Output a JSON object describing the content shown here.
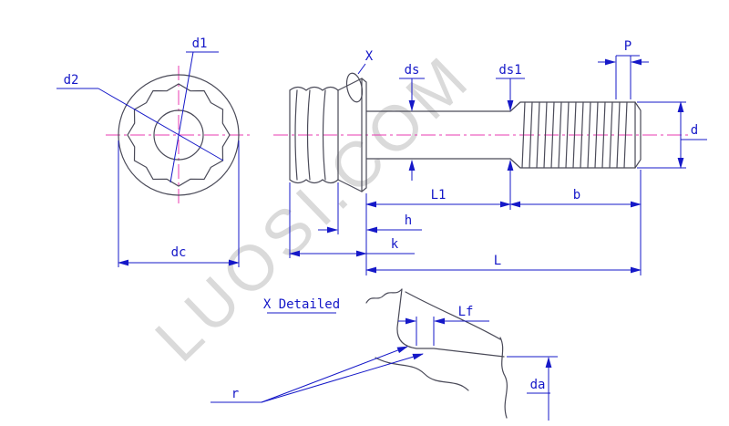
{
  "watermark": {
    "text": "LUOSI.COM"
  },
  "colors": {
    "dimension_blue": "#1518c8",
    "centerline_pink": "#e83bb1",
    "outline_gray": "#4a4a58",
    "watermark_gray": "#dadada",
    "background": "#ffffff"
  },
  "end_view": {
    "d1_label": "d1",
    "d2_label": "d2",
    "dc_label": "dc"
  },
  "side_view": {
    "x_label": "X",
    "ds_label": "ds",
    "ds1_label": "ds1",
    "p_label": "P",
    "d_label": "d",
    "l1_label": "L1",
    "h_label": "h",
    "k_label": "k",
    "b_label": "b",
    "l_label": "L"
  },
  "detail_view": {
    "title": "X Detailed",
    "lf_label": "Lf",
    "r_label": "r",
    "da_label": "da"
  }
}
